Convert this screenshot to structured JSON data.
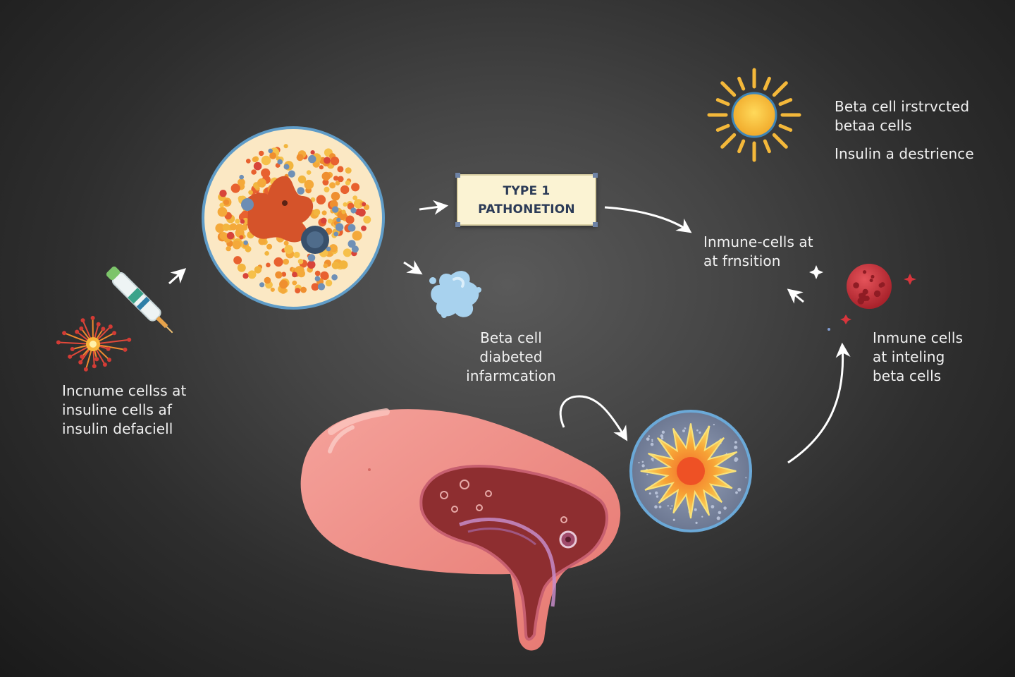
{
  "title_box": {
    "line1": "TYPE 1",
    "line2": "PATHONETION"
  },
  "labels": {
    "top_right": {
      "line1": "Beta cell irstrvcted",
      "line2": "betaa cells",
      "line3": "Insulin a destrience"
    },
    "right_middle": {
      "line1": "Inmune-cells at",
      "line2": "at frnsition"
    },
    "right_lower": {
      "line1": "Inmune cells",
      "line2": "at inteling",
      "line3": "beta cells"
    },
    "center": {
      "line1": "Beta cell",
      "line2": "diabeted",
      "line3": "infarmcation"
    },
    "left": {
      "line1": "Incnume cellss at",
      "line2": "insuline cells af",
      "line3": "insulin defaciell"
    }
  },
  "colors": {
    "background": "#2e2e2e",
    "label_text": "#f1f1f1",
    "title_box_fill": "#fbf3d3",
    "title_box_text": "#2c3b57",
    "pancreas": "#ef8c87",
    "pancreas_duct": "#8e2e30",
    "islet_fill": "#fbe8c4",
    "islet_border": "#5f9cc8",
    "burst_cell_fill": "#7f8ca7",
    "sun": "#f6c23e",
    "immune_cell": "#c9323a"
  },
  "icons": [
    "syringe-icon",
    "sun-icon",
    "immune-cell-icon",
    "antibody-blob-icon",
    "explosion-icon",
    "sparkle-icon"
  ]
}
